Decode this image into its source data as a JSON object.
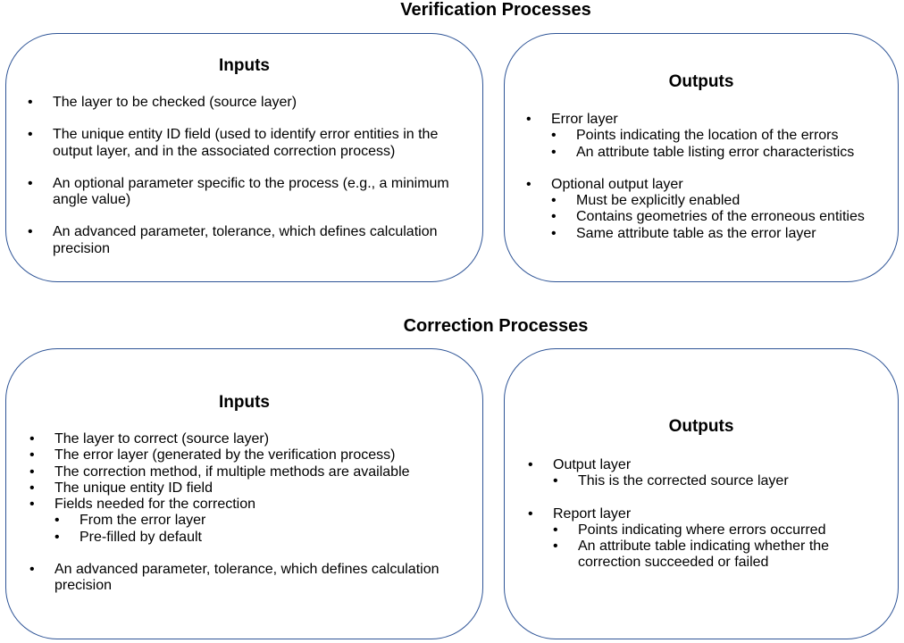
{
  "verification": {
    "title": "Verification Processes",
    "inputs": {
      "title": "Inputs",
      "items": [
        "The layer to be checked (source layer)",
        "The unique entity ID field (used to identify error entities in the output layer, and in the associated correction process)",
        "An optional parameter specific to the process (e.g., a minimum angle value)",
        "An advanced parameter, tolerance, which defines calculation precision"
      ]
    },
    "outputs": {
      "title": "Outputs",
      "groups": [
        {
          "label": "Error layer",
          "sub": [
            "Points indicating the location of the errors",
            "An attribute table listing error characteristics"
          ]
        },
        {
          "label": "Optional output layer",
          "sub": [
            "Must be explicitly enabled",
            "Contains geometries of the erroneous entities",
            "Same attribute table as the error layer"
          ]
        }
      ]
    }
  },
  "correction": {
    "title": "Correction Processes",
    "inputs": {
      "title": "Inputs",
      "items": [
        "The layer to correct (source layer)",
        "The error layer (generated by the verification process)",
        "The correction method, if multiple methods are available",
        "The unique entity ID field",
        "Fields needed for the correction"
      ],
      "fields_sub": [
        "From the error layer",
        "Pre-filled by default"
      ],
      "last_item": "An advanced parameter, tolerance, which defines calculation precision"
    },
    "outputs": {
      "title": "Outputs",
      "groups": [
        {
          "label": "Output layer",
          "sub": [
            "This is the corrected source layer"
          ]
        },
        {
          "label": "Report layer",
          "sub": [
            "Points indicating where errors occurred",
            "An attribute table indicating whether the correction succeeded or failed"
          ]
        }
      ]
    }
  },
  "colors": {
    "box_border": "#2f5597",
    "text": "#000000",
    "background": "#ffffff"
  }
}
